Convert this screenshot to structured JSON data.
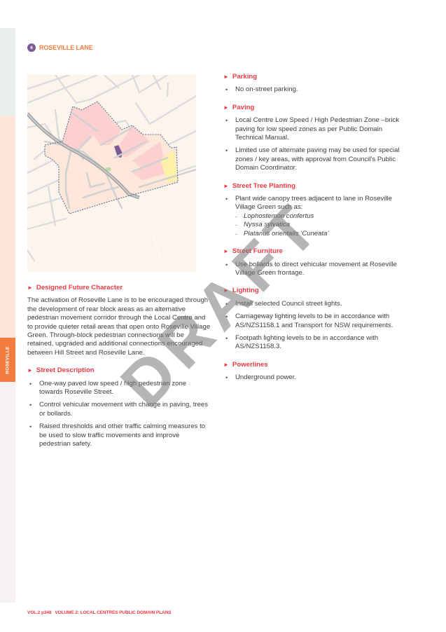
{
  "side_tab": {
    "label": "ROSEVILLE"
  },
  "header": {
    "badge_number": "6",
    "title": "ROSEVILLE LANE"
  },
  "map": {
    "colors": {
      "background": "#fdf4ec",
      "roads": "#d9dadd",
      "precinct_fill": "#fde6da",
      "commercial_fill": "#fdd0d0",
      "yellow_fill": "#fdf1a8",
      "green_fill": "#b9dca3",
      "lane_highlight": "#7b5b94",
      "railway": "#a5a5a5",
      "boundary": "#4f7398"
    }
  },
  "left": {
    "sections": [
      {
        "title": "Designed Future Character",
        "paragraph": "The activation of Roseville Lane is to be encouraged through the development of rear block areas as an alternative pedestrian movement corridor through the Local Centre and to provide quieter retail areas that open onto Roseville Village Green. Through-block pedestrian connections will be retained, upgraded and additional connections encouraged between Hill Street and Roseville Lane."
      },
      {
        "title": "Street Description",
        "bullets": [
          "One-way paved low speed / high pedestrian zone towards Roseville Street.",
          "Control vehicular movement with change in paving, trees or bollards.",
          "Raised thresholds and other traffic calming measures to be used to slow traffic movements and improve pedestrian safety."
        ]
      }
    ]
  },
  "right": {
    "sections": [
      {
        "title": "Parking",
        "bullets": [
          "No on-street parking."
        ]
      },
      {
        "title": "Paving",
        "bullets": [
          "Local Centre Low Speed / High Pedestrian Zone –brick paving for low speed zones as per Public Domain Technical Manual.",
          "Limited use of alternate paving may be used for special zones / key areas, with approval from Council's Public Domain Coordinator."
        ]
      },
      {
        "title": "Street Tree Planting",
        "bullets": [
          "Plant wide canopy trees adjacent to lane in Roseville Village Green such as:"
        ],
        "species": [
          "Lophostemon confertus",
          "Nyssa sylvatica",
          "Platanus orientalis ‘Cuneata’"
        ]
      },
      {
        "title": "Street Furniture",
        "bullets": [
          "Use bollards to direct vehicular movement at Roseville Village Green frontage."
        ]
      },
      {
        "title": "Lighting",
        "bullets": [
          "Install selected Council street lights.",
          "Carriageway lighting levels to be in accordance with AS/NZS1158.1 and Transport for NSW requirements.",
          "Footpath lighting levels to be in accordance with AS/NZS1158.3."
        ]
      },
      {
        "title": "Powerlines",
        "bullets": [
          "Underground power."
        ]
      }
    ]
  },
  "watermark": "DRAFT",
  "footer": {
    "page": "VOL.2 p348",
    "title": "VOLUME 2: LOCAL CENTRES PUBLIC DOMAIN PLANS"
  },
  "section_marker": "►"
}
